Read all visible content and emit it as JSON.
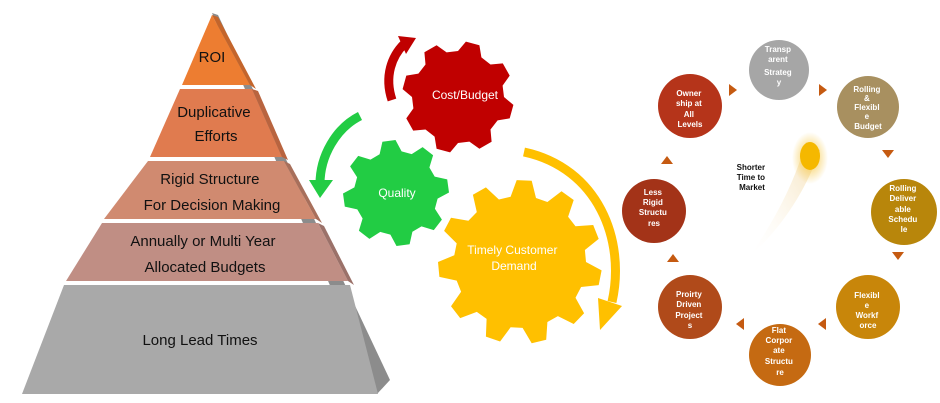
{
  "pyramid": {
    "levels": [
      {
        "lines": [
          "ROI"
        ],
        "color": "#ED7D31"
      },
      {
        "lines": [
          "Duplicative",
          "Efforts"
        ],
        "color": "#E07B4F"
      },
      {
        "lines": [
          "Rigid Structure",
          "For Decision Making"
        ],
        "color": "#D08A70"
      },
      {
        "lines": [
          "Annually or Multi Year",
          "Allocated Budgets"
        ],
        "color": "#C08E84"
      },
      {
        "lines": [
          "Long Lead Times"
        ],
        "color": "#A9A9A9"
      }
    ]
  },
  "gears": [
    {
      "label": [
        "Cost/Budget"
      ],
      "color": "#C00000"
    },
    {
      "label": [
        "Quality"
      ],
      "color": "#22CC44"
    },
    {
      "label": [
        "Timely Customer",
        "Demand"
      ],
      "color": "#FFC000"
    }
  ],
  "cycle": {
    "center_label": [
      "Shorter",
      "Time to",
      "Market"
    ],
    "nodes": [
      {
        "lines": [
          "Transp",
          "arent",
          "Strateg",
          "y"
        ],
        "color": "#A6A6A6"
      },
      {
        "lines": [
          "Rolling",
          "&",
          "Flexibl",
          "e",
          "Budget"
        ],
        "color": "#A89060"
      },
      {
        "lines": [
          "Rolling",
          "Deliver",
          "able",
          "Schedu",
          "le"
        ],
        "color": "#B8860B"
      },
      {
        "lines": [
          "Flexibl",
          "e",
          "Workf",
          "orce"
        ],
        "color": "#C8860A"
      },
      {
        "lines": [
          "Flat",
          "Corpor",
          "ate",
          "Structu",
          "re"
        ],
        "color": "#C56A12"
      },
      {
        "lines": [
          "Proirty",
          "Driven",
          "Project",
          "s"
        ],
        "color": "#B04A1A"
      },
      {
        "lines": [
          "Less",
          "Rigid",
          "Structu",
          "res"
        ],
        "color": "#A33318"
      },
      {
        "lines": [
          "Owner",
          "ship at",
          "All",
          "Levels"
        ],
        "color": "#B5341A"
      }
    ],
    "arrow_color": "#C55A11"
  }
}
